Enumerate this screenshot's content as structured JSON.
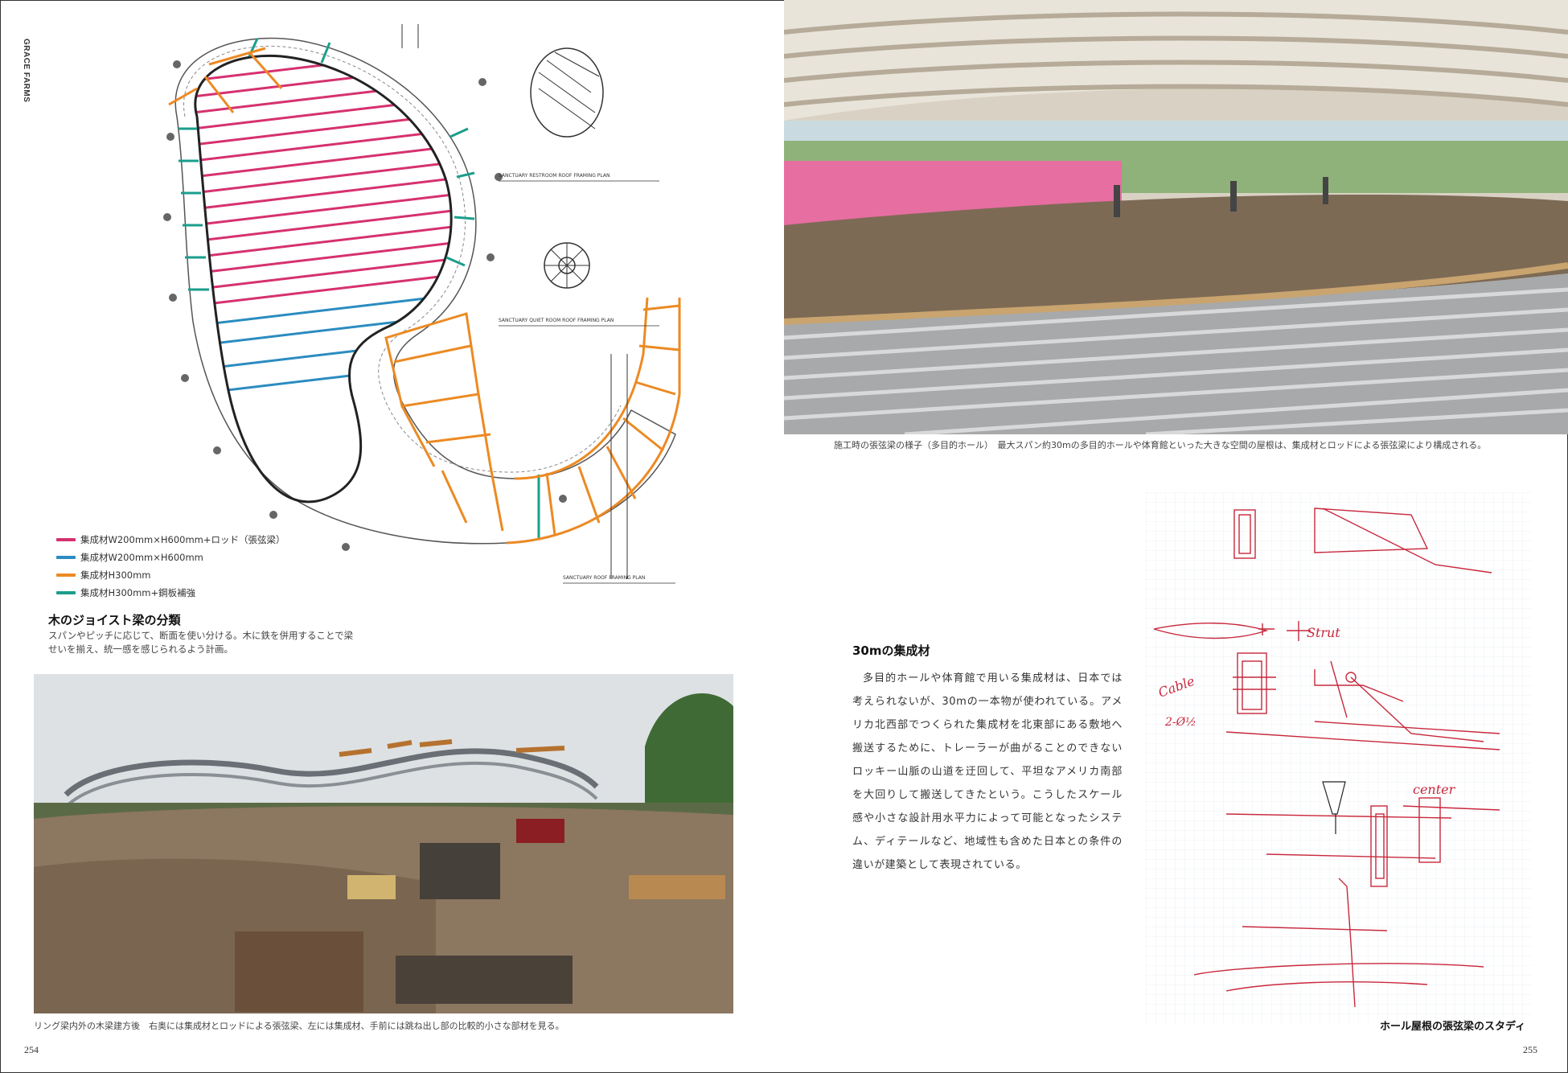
{
  "header": {
    "side_label": "GRACE FARMS"
  },
  "plan": {
    "labels": {
      "restroom": "SANCTUARY RESTROOM ROOF FRAMING PLAN",
      "quiet": "SANCTUARY QUIET ROOM ROOF FRAMING PLAN",
      "main": "SANCTUARY ROOF FRAMING PLAN"
    },
    "colors": {
      "pink": "#d6316f",
      "blue": "#2b8cc0",
      "orange": "#ec8a23",
      "teal": "#1a9e8c"
    }
  },
  "legend": [
    {
      "label": "集成材W200mm×H600mm+ロッド（張弦梁）",
      "color": "#d6316f"
    },
    {
      "label": "集成材W200mm×H600mm",
      "color": "#2b8cc0"
    },
    {
      "label": "集成材H300mm",
      "color": "#ec8a23"
    },
    {
      "label": "集成材H300mm+鋼板補強",
      "color": "#1a9e8c"
    }
  ],
  "left_caption": {
    "title": "木のジョイスト梁の分類",
    "text": "スパンやピッチに応じて、断面を使い分ける。木に鉄を併用することで梁せいを揃え、統一感を感じられるよう計画。"
  },
  "photos": {
    "top_caption": "施工時の張弦梁の様子（多目的ホール）　最大スパン約30mの多目的ホールや体育館といった大きな空間の屋根は、集成材とロッドによる張弦梁により構成される。",
    "bottom_caption": "リング梁内外の木梁建方後　右奥には集成材とロッドによる張弦梁、左には集成材、手前には跳ね出し部の比較的小さな部材を見る。"
  },
  "article": {
    "title": "30mの集成材",
    "body": "多目的ホールや体育館で用いる集成材は、日本では考えられないが、30mの一本物が使われている。アメリカ北西部でつくられた集成材を北東部にある敷地へ搬送するために、トレーラーが曲がることのできないロッキー山脈の山道を迂回して、平坦なアメリカ南部を大回りして搬送してきたという。こうしたスケール感や小さな設計用水平力によって可能となったシステム、ディテールなど、地域性も含めた日本との条件の違いが建築として表現されている。"
  },
  "sketch": {
    "caption": "ホール屋根の張弦梁のスタディ",
    "annotations": [
      "Strut",
      "Cable",
      "2-Ø½",
      "center"
    ]
  },
  "pages": {
    "left": "254",
    "right": "255"
  }
}
